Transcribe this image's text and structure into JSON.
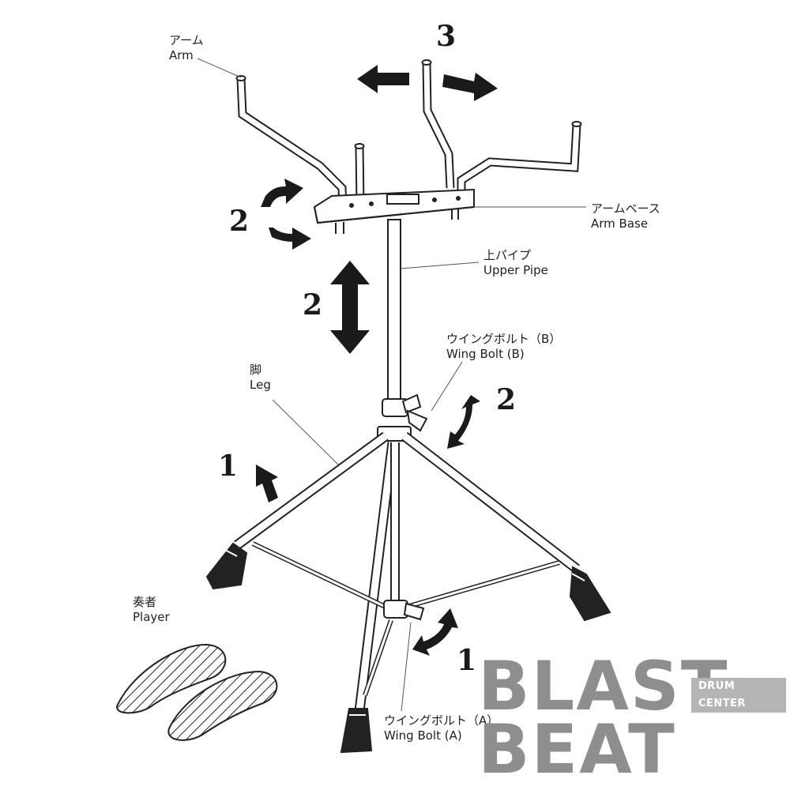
{
  "labels": {
    "arm": {
      "jp": "アーム",
      "en": "Arm"
    },
    "arm_base": {
      "jp": "アームベース",
      "en": "Arm Base"
    },
    "upper_pipe": {
      "jp": "上パイプ",
      "en": "Upper Pipe"
    },
    "wing_bolt_b": {
      "jp": "ウイングボルト（B）",
      "en": "Wing Bolt (B)"
    },
    "leg": {
      "jp": "脚",
      "en": "Leg"
    },
    "player": {
      "jp": "奏者",
      "en": "Player"
    },
    "wing_bolt_a": {
      "jp": "ウイングボルト（A）",
      "en": "Wing Bolt (A)"
    }
  },
  "step_numbers": {
    "arm_spread": "3",
    "arm_base_rotate": "2",
    "pipe_height": "2",
    "wing_bolt_b": "2",
    "leg_spread": "1",
    "wing_bolt_a": "1"
  },
  "logo": {
    "line1": "BLAST",
    "line2": "BEAT",
    "tag": "DRUM CENTER"
  },
  "colors": {
    "ink": "#1a1a1a",
    "logo_gray": "#8e8e8e",
    "logo_tag_bg": "#b5b5b5"
  }
}
